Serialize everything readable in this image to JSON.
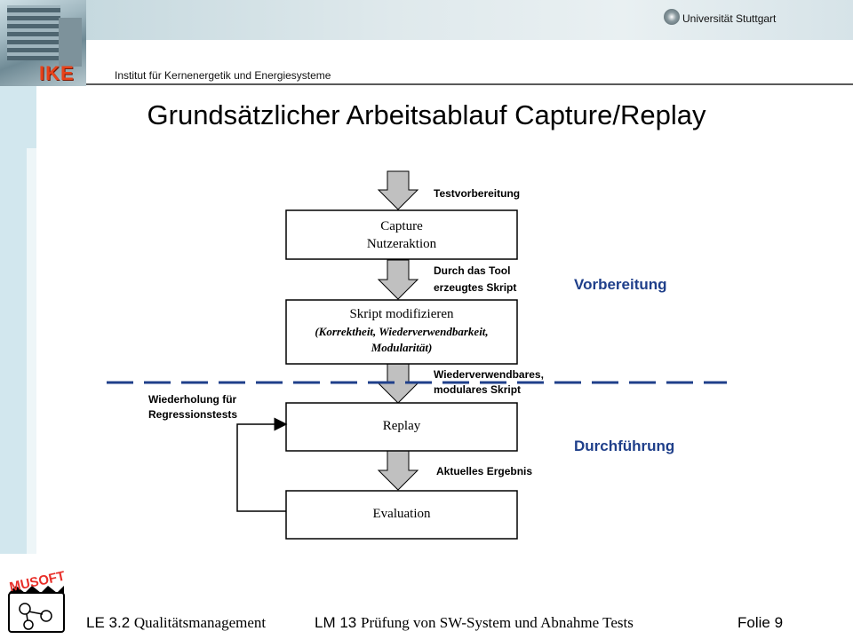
{
  "header": {
    "university": "Universität Stuttgart",
    "logo_text": "IKE",
    "institute": "Institut für Kernenergetik und Energiesysteme"
  },
  "slide": {
    "title": "Grundsätzlicher Arbeitsablauf Capture/Replay"
  },
  "diagram": {
    "steps": {
      "capture": {
        "line1": "Capture",
        "line2": "Nutzeraktion"
      },
      "modify": {
        "line1": "Skript modifizieren",
        "line2": "(Korrektheit, Wiederverwendbarkeit,",
        "line3": "Modularität)"
      },
      "replay": {
        "line1": "Replay"
      },
      "evaluation": {
        "line1": "Evaluation"
      }
    },
    "arrow_labels": {
      "prep": "Testvorbereitung",
      "script_line1": "Durch das Tool",
      "script_line2": "erzeugtes Skript",
      "reusable_line1": "Wiederverwendbares,",
      "reusable_line2": "modulares Skript",
      "result": "Aktuelles Ergebnis",
      "repeat_line1": "Wiederholung für",
      "repeat_line2": "Regressionstests"
    },
    "phases": {
      "preparation": "Vorbereitung",
      "execution": "Durchführung"
    },
    "colors": {
      "phase_text": "#1f3f8a",
      "divider": "#1f3f8a",
      "arrow_fill": "#c0c0c0"
    }
  },
  "footer": {
    "le_prefix": "LE 3.2 ",
    "le_name": "Qualitätsmanagement",
    "lm_prefix": "LM 13 ",
    "lm_name": "Prüfung von SW-System und Abnahme Tests",
    "page": "Folie 9"
  }
}
